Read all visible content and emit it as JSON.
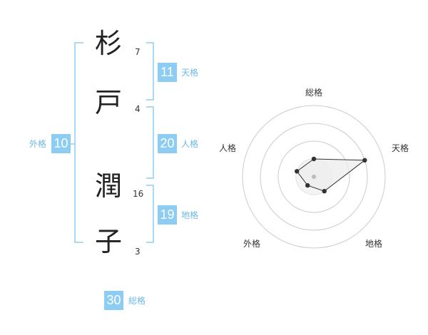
{
  "chars": [
    {
      "char": "杉",
      "strokes": "7"
    },
    {
      "char": "戸",
      "strokes": "4"
    },
    {
      "char": "潤",
      "strokes": "16"
    },
    {
      "char": "子",
      "strokes": "3"
    }
  ],
  "grids": {
    "tenkaku": {
      "value": "11",
      "label": "天格"
    },
    "jinkaku": {
      "value": "20",
      "label": "人格"
    },
    "chikaku": {
      "value": "19",
      "label": "地格"
    },
    "gaikaku": {
      "value": "10",
      "label": "外格"
    },
    "soukaku": {
      "value": "30",
      "label": "総格"
    }
  },
  "colors": {
    "accent": "#8ecdf3",
    "bracket": "#8ecdf3",
    "label": "#6db9e6",
    "radar_fill": "#eeeeee",
    "radar_point": "#333333"
  },
  "chart_data": {
    "type": "radar",
    "axes": [
      "総格",
      "天格",
      "地格",
      "外格",
      "人格"
    ],
    "rings": 4,
    "scale_max": 4,
    "values": [
      1,
      3,
      1,
      0.6,
      1
    ]
  }
}
